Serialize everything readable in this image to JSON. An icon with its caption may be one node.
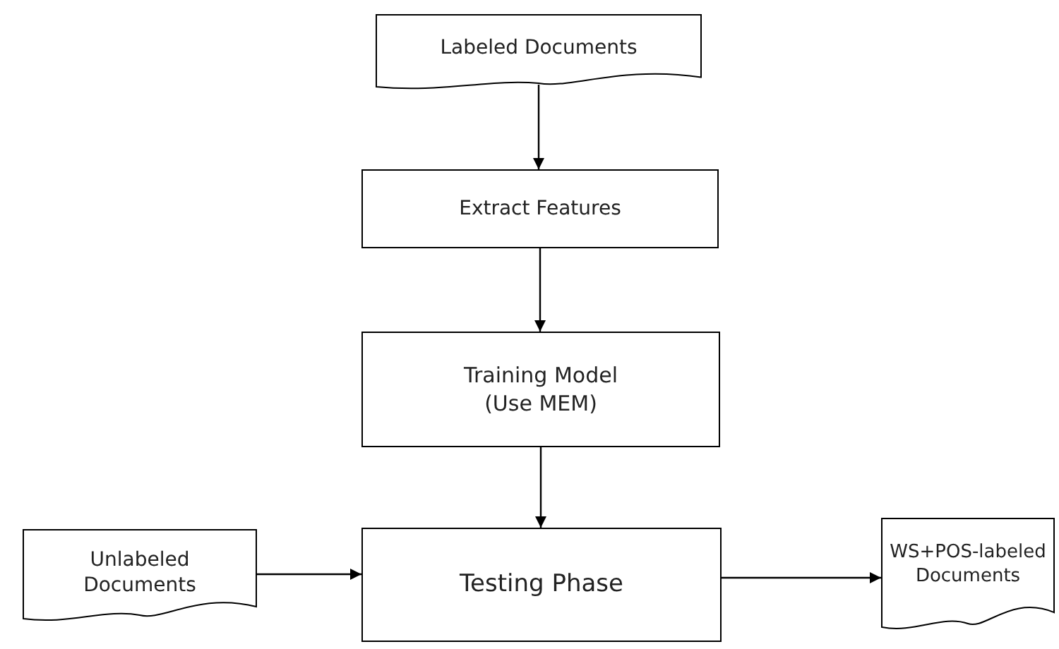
{
  "diagram": {
    "nodes": [
      {
        "text": [
          "Labeled Documents"
        ]
      },
      {
        "text": [
          "Extract Features"
        ]
      },
      {
        "text": [
          "Training Model (Use MEM)"
        ]
      },
      {
        "text": [
          "Unlabeled Documents"
        ]
      },
      {
        "text": [
          "Testing Phase"
        ]
      },
      {
        "text": [
          "WS+POS-labeled Documents"
        ]
      }
    ],
    "edges": [
      {
        "from": 0,
        "to": 1,
        "arrow": "to"
      },
      {
        "from": 1,
        "to": 2,
        "arrow": "to"
      },
      {
        "from": 2,
        "to": 4,
        "arrow": "to"
      },
      {
        "from": 3,
        "to": 4,
        "arrow": "to"
      },
      {
        "from": 4,
        "to": 5,
        "arrow": "to"
      }
    ]
  }
}
